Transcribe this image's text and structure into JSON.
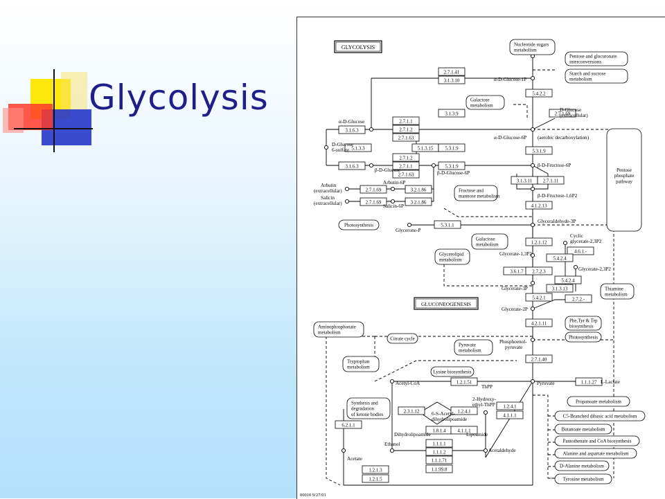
{
  "slide": {
    "title": "Glycolysis"
  },
  "diagram": {
    "titles": {
      "main": "GLYCOLYSIS",
      "sub": "GLUCONEOGENESIS"
    },
    "footer": "00010  9/27/01",
    "enzymes": [
      {
        "id": "e1",
        "label": "2.7.1.41"
      },
      {
        "id": "e2",
        "label": "3.1.3.10"
      },
      {
        "id": "e3",
        "label": "5.4.2.2"
      },
      {
        "id": "e4",
        "label": "3.1.3.9"
      },
      {
        "id": "e5",
        "label": "2.7.1.69"
      },
      {
        "id": "e6",
        "label": "2.7.1.1"
      },
      {
        "id": "e7",
        "label": "2.7.1.2"
      },
      {
        "id": "e8",
        "label": "2.7.1.63"
      },
      {
        "id": "e9",
        "label": "3.1.6.3"
      },
      {
        "id": "e10",
        "label": "5.1.3.3"
      },
      {
        "id": "e11",
        "label": "5.1.3.15"
      },
      {
        "id": "e12",
        "label": "5.3.1.9"
      },
      {
        "id": "e13",
        "label": "3.1.6.3"
      },
      {
        "id": "e14",
        "label": "2.7.1.2"
      },
      {
        "id": "e15",
        "label": "2.7.1.1"
      },
      {
        "id": "e16",
        "label": "2.7.1.63"
      },
      {
        "id": "e17",
        "label": "5.3.1.9"
      },
      {
        "id": "e18",
        "label": "5.3.1.9"
      },
      {
        "id": "e19",
        "label": "3.1.3.11"
      },
      {
        "id": "e20",
        "label": "2.7.1.11"
      },
      {
        "id": "e21",
        "label": "2.7.1.69"
      },
      {
        "id": "e22",
        "label": "3.2.1.86"
      },
      {
        "id": "e23",
        "label": "2.7.1.69"
      },
      {
        "id": "e24",
        "label": "3.2.1.86"
      },
      {
        "id": "e25",
        "label": "4.1.2.13"
      },
      {
        "id": "e26",
        "label": "5.3.1.1"
      },
      {
        "id": "e27",
        "label": "1.2.1.12"
      },
      {
        "id": "e28",
        "label": "4.6.1.-"
      },
      {
        "id": "e29",
        "label": "5.4.2.4"
      },
      {
        "id": "e30",
        "label": "3.6.1.7"
      },
      {
        "id": "e31",
        "label": "2.7.2.3"
      },
      {
        "id": "e32",
        "label": "5.4.2.4"
      },
      {
        "id": "e33",
        "label": "3.1.3.13"
      },
      {
        "id": "e34",
        "label": "5.4.2.1"
      },
      {
        "id": "e35",
        "label": "2.7.2.-"
      },
      {
        "id": "e36",
        "label": "4.2.1.11"
      },
      {
        "id": "e37",
        "label": "2.7.1.40"
      },
      {
        "id": "e38",
        "label": "1.2.1.51"
      },
      {
        "id": "e39",
        "label": "1.1.1.27"
      },
      {
        "id": "e40",
        "label": "2.3.1.12"
      },
      {
        "id": "e41",
        "label": "1.2.4.1"
      },
      {
        "id": "e42",
        "label": "1.2.4.1"
      },
      {
        "id": "e43",
        "label": "4.1.1.1"
      },
      {
        "id": "e44",
        "label": "1.8.1.4"
      },
      {
        "id": "e45",
        "label": "4.1.1.1"
      },
      {
        "id": "e46",
        "label": "6.2.1.1"
      },
      {
        "id": "e47",
        "label": "1.1.1.1"
      },
      {
        "id": "e48",
        "label": "1.1.1.2"
      },
      {
        "id": "e49",
        "label": "1.1.1.71"
      },
      {
        "id": "e50",
        "label": "1.1.99.8"
      },
      {
        "id": "e51",
        "label": "1.2.1.3"
      },
      {
        "id": "e52",
        "label": "1.2.1.5"
      }
    ],
    "pathways": [
      {
        "id": "p1",
        "lines": [
          "Nucleotide sugars",
          "metabolism"
        ]
      },
      {
        "id": "p2",
        "lines": [
          "Pentose and glucuronate",
          "interconversions"
        ]
      },
      {
        "id": "p3",
        "lines": [
          "Starch and sucrose",
          "metabolism"
        ]
      },
      {
        "id": "p4",
        "lines": [
          "Galactose",
          "metabolism"
        ]
      },
      {
        "id": "p5",
        "lines": [
          "Pentose",
          "phosphate",
          "pathway"
        ]
      },
      {
        "id": "p6",
        "lines": [
          "Fructose and",
          "mannose metabolism"
        ]
      },
      {
        "id": "p7",
        "lines": [
          "Photosynthesis"
        ]
      },
      {
        "id": "p8",
        "lines": [
          "Galactose",
          "metabolism"
        ]
      },
      {
        "id": "p9",
        "lines": [
          "Glycerolipid",
          "metabolism"
        ]
      },
      {
        "id": "p10",
        "lines": [
          "Thiamine",
          "metabolism"
        ]
      },
      {
        "id": "p11",
        "lines": [
          "Aminophosphonate",
          "metabolism"
        ]
      },
      {
        "id": "p12",
        "lines": [
          "Phe,Tyr & Trp",
          "biosynthesis"
        ]
      },
      {
        "id": "p13",
        "lines": [
          "Photosynthesis"
        ]
      },
      {
        "id": "p14",
        "lines": [
          "Citrate cycle"
        ]
      },
      {
        "id": "p15",
        "lines": [
          "Pyruvate",
          "metabolism"
        ]
      },
      {
        "id": "p16",
        "lines": [
          "Tryptophan",
          "metabolism"
        ]
      },
      {
        "id": "p17",
        "lines": [
          "Lysine biosynthesis"
        ]
      },
      {
        "id": "p18",
        "lines": [
          "Synthesis and",
          "degradation",
          "of ketone bodies"
        ]
      },
      {
        "id": "p19",
        "lines": [
          "Propanoate metabolism"
        ]
      },
      {
        "id": "p20",
        "lines": [
          "C5-Branched dibasic acid metabolism"
        ]
      },
      {
        "id": "p21",
        "lines": [
          "Butanoate metabolism"
        ]
      },
      {
        "id": "p22",
        "lines": [
          "Pantothenate and CoA biosynthesis"
        ]
      },
      {
        "id": "p23",
        "lines": [
          "Alanine and aspartate metabolism"
        ]
      },
      {
        "id": "p24",
        "lines": [
          "D-Alanine metabolism"
        ]
      },
      {
        "id": "p25",
        "lines": [
          "Tyrosine metabolism"
        ]
      }
    ],
    "compounds": [
      {
        "id": "c1",
        "label": "α-D-Glucose-1P"
      },
      {
        "id": "c2",
        "label": "D-Glucose"
      },
      {
        "id": "c3",
        "label": "(extracellular)"
      },
      {
        "id": "c4",
        "label": "α-D-Glucose"
      },
      {
        "id": "c5",
        "label": "α-D-Glucose-6P"
      },
      {
        "id": "c6",
        "label": "(aerobic decarboxylation)"
      },
      {
        "id": "c7",
        "label": "D-Glucose"
      },
      {
        "id": "c8",
        "label": "6-sulfate"
      },
      {
        "id": "c9",
        "label": "β-D-Glucose"
      },
      {
        "id": "c10",
        "label": "β-D-Glucose-6P"
      },
      {
        "id": "c11",
        "label": "β-D-Fructose-6P"
      },
      {
        "id": "c12",
        "label": "Arbutin-6P"
      },
      {
        "id": "c13",
        "label": "Arbutin"
      },
      {
        "id": "c14",
        "label": "(extracellular)"
      },
      {
        "id": "c15",
        "label": "Salicin"
      },
      {
        "id": "c16",
        "label": "(extracellular)"
      },
      {
        "id": "c17",
        "label": "Salicin-6P"
      },
      {
        "id": "c18",
        "label": "β-D-Fructose-1,6P2"
      },
      {
        "id": "c19",
        "label": "Glyceraldehyde-3P"
      },
      {
        "id": "c20",
        "label": "Glycerone-P"
      },
      {
        "id": "c21",
        "label": "Cyclic"
      },
      {
        "id": "c22",
        "label": "glycerate-2,3P2"
      },
      {
        "id": "c23",
        "label": "Glycerate-1,3P2"
      },
      {
        "id": "c24",
        "label": "Glycerate-2,3P2"
      },
      {
        "id": "c25",
        "label": "Glycerate-3P"
      },
      {
        "id": "c26",
        "label": "Glycerate-2P"
      },
      {
        "id": "c27",
        "label": "Phosphoenol-"
      },
      {
        "id": "c28",
        "label": "pyruvate"
      },
      {
        "id": "c29",
        "label": "Acetyl-CoA"
      },
      {
        "id": "c30",
        "label": "ThPP"
      },
      {
        "id": "c31",
        "label": "Pyruvate"
      },
      {
        "id": "c32",
        "label": "L-Lactate"
      },
      {
        "id": "c33",
        "label": "2-Hydroxy-"
      },
      {
        "id": "c34",
        "label": "ethyl-ThPP"
      },
      {
        "id": "c35",
        "label": "6-S-Acetyl-"
      },
      {
        "id": "c36",
        "label": "dihydrolipoamide"
      },
      {
        "id": "c37",
        "label": "Dihydrolipoamide"
      },
      {
        "id": "c38",
        "label": "Lipoamide"
      },
      {
        "id": "c39",
        "label": "Ethanol"
      },
      {
        "id": "c40",
        "label": "Acetate"
      },
      {
        "id": "c41",
        "label": "Acetaldehyde"
      }
    ]
  }
}
